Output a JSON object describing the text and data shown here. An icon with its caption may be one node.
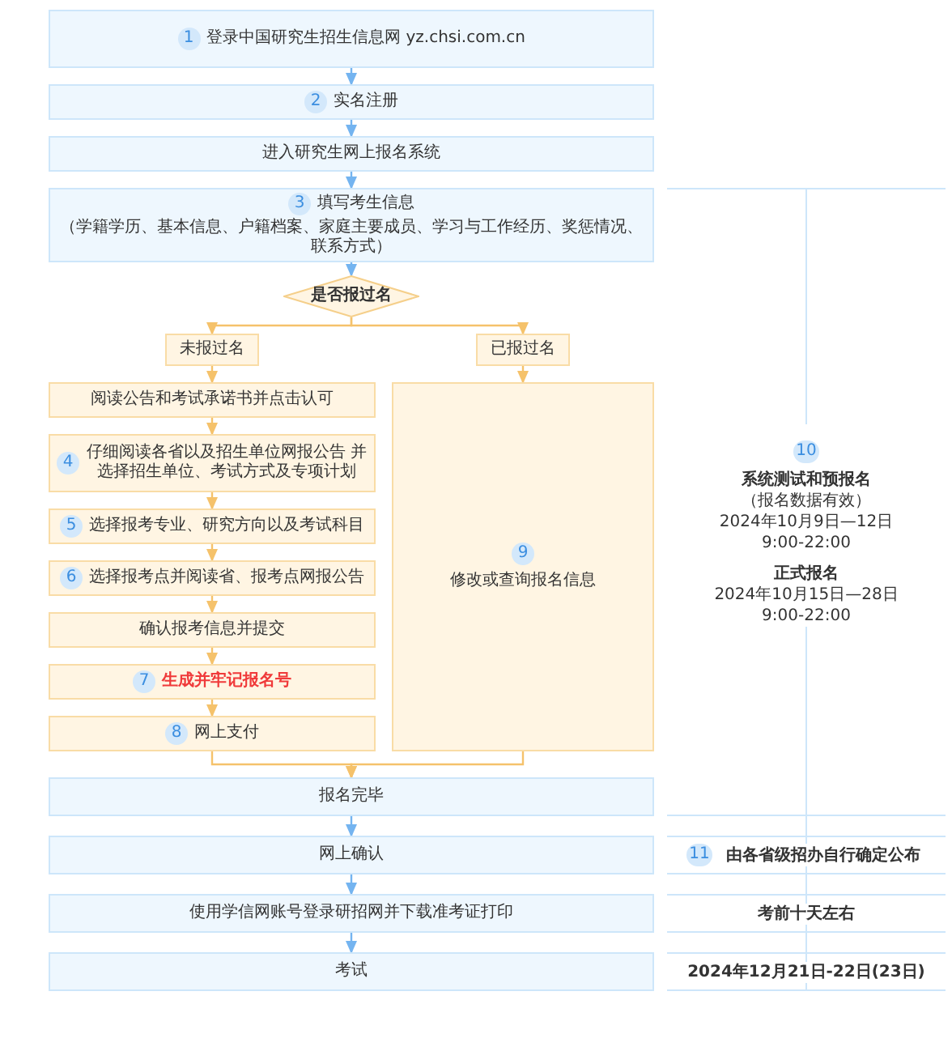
{
  "diagram": {
    "nodes": [
      {
        "text": [
          "1",
          "登录中国研究生招生信息网 yz.chsi.com.cn"
        ]
      },
      {
        "text": [
          "2",
          "实名注册"
        ]
      },
      {
        "text": [
          "进入研究生网上报名系统"
        ]
      },
      {
        "text": [
          "3",
          "填写考生信息",
          "（学籍学历、基本信息、户籍档案、家庭主要成员、学习与工作经历、奖惩情况、联系方式）"
        ]
      },
      {
        "text": [
          "是否报过名"
        ]
      },
      {
        "text": [
          "未报过名"
        ]
      },
      {
        "text": [
          "已报过名"
        ]
      },
      {
        "text": [
          "阅读公告和考试承诺书并点击认可"
        ]
      },
      {
        "text": [
          "4",
          "仔细阅读各省以及招生单位网报公告 并选择招生单位、考试方式及专项计划"
        ]
      },
      {
        "text": [
          "5",
          "选择报考专业、研究方向以及考试科目"
        ]
      },
      {
        "text": [
          "6",
          "选择报考点并阅读省、报考点网报公告"
        ]
      },
      {
        "text": [
          "确认报考信息并提交"
        ]
      },
      {
        "text": [
          "7",
          "生成并牢记报名号"
        ]
      },
      {
        "text": [
          "8",
          "网上支付"
        ]
      },
      {
        "text": [
          "9",
          "修改或查询报名信息"
        ]
      },
      {
        "text": [
          "报名完毕"
        ]
      },
      {
        "text": [
          "网上确认"
        ]
      },
      {
        "text": [
          "使用学信网账号登录研招网并下载准考证打印"
        ]
      },
      {
        "text": [
          "考试"
        ]
      }
    ],
    "edges": [
      {
        "from": 0,
        "to": 1,
        "arrow": "to",
        "color": "#74b4f0"
      },
      {
        "from": 1,
        "to": 2,
        "arrow": "to",
        "color": "#74b4f0"
      },
      {
        "from": 2,
        "to": 3,
        "arrow": "to",
        "color": "#74b4f0"
      },
      {
        "from": 3,
        "to": 4,
        "arrow": "to",
        "color": "#74b4f0"
      },
      {
        "from": 4,
        "to": 5,
        "arrow": "to"
      },
      {
        "from": 4,
        "to": 6,
        "arrow": "to"
      },
      {
        "from": 5,
        "to": 7,
        "arrow": "to"
      },
      {
        "from": 7,
        "to": 8,
        "arrow": "to"
      },
      {
        "from": 8,
        "to": 9,
        "arrow": "to"
      },
      {
        "from": 9,
        "to": 10,
        "arrow": "to"
      },
      {
        "from": 10,
        "to": 11,
        "arrow": "to"
      },
      {
        "from": 11,
        "to": 12,
        "arrow": "to"
      },
      {
        "from": 12,
        "to": 13,
        "arrow": "to"
      },
      {
        "from": 6,
        "to": 14,
        "arrow": "to"
      },
      {
        "from": 13,
        "to": 15,
        "arrow": "to"
      },
      {
        "from": 14,
        "to": 15,
        "arrow": "to"
      },
      {
        "from": 15,
        "to": 16,
        "arrow": "to",
        "color": "#74b4f0"
      },
      {
        "from": 16,
        "to": 17,
        "arrow": "to",
        "color": "#74b4f0"
      },
      {
        "from": 17,
        "to": 18,
        "arrow": "to",
        "color": "#74b4f0"
      }
    ],
    "labels": [
      "10",
      "系统测试和预报名",
      "（报名数据有效）",
      "2024年10月9日—12日",
      "9:00-22:00",
      "正式报名",
      "2024年10月15日—28日",
      "9:00-22:00",
      "11",
      "由各省级招办自行确定公布",
      "考前十天左右",
      "2024年12月21日-22日(23日)"
    ]
  }
}
